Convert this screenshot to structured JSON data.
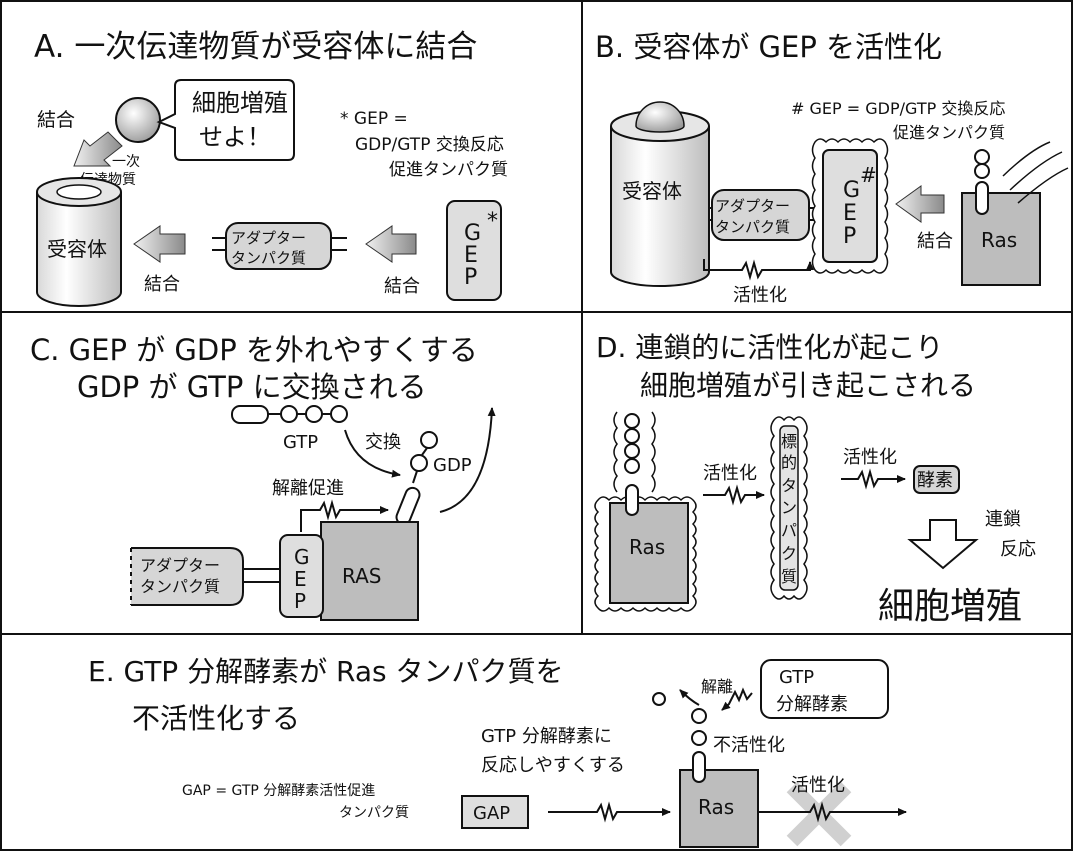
{
  "panelA": {
    "title": "A. 一次伝達物質が受容体に結合",
    "bubble_line1": "細胞増殖",
    "bubble_line2": "せよ！",
    "bind_label": "結合",
    "messenger_line1": "一次",
    "messenger_line2": "伝達物質",
    "note_line1": "* GEP =",
    "note_line2": "GDP/GTP 交換反応",
    "note_line3": "促進タンパク質",
    "receptor": "受容体",
    "adapter_line1": "アダプター",
    "adapter_line2": "タンパク質",
    "bind_label_2": "結合",
    "bind_label_3": "結合",
    "gep_g": "G",
    "gep_e": "E",
    "gep_p": "P",
    "gep_mark": "*"
  },
  "panelB": {
    "title": "B. 受容体が GEP を活性化",
    "note_line1": "# GEP = GDP/GTP 交換反応",
    "note_line2": "促進タンパク質",
    "receptor": "受容体",
    "adapter_line1": "アダプター",
    "adapter_line2": "タンパク質",
    "gep_g": "G",
    "gep_e": "E",
    "gep_p": "P",
    "gep_mark": "#",
    "bind_label": "結合",
    "ras": "Ras",
    "activate_label": "活性化"
  },
  "panelC": {
    "title_line1": "C. GEP が GDP を外れやすくする",
    "title_line2": "GDP が GTP に交換される",
    "gtp": "GTP",
    "exchange": "交換",
    "gdp": "GDP",
    "release": "解離促進",
    "adapter_line1": "アダプター",
    "adapter_line2": "タンパク質",
    "gep_g": "G",
    "gep_e": "E",
    "gep_p": "P",
    "ras": "RAS"
  },
  "panelD": {
    "title_line1": "D. 連鎖的に活性化が起こり",
    "title_line2": "細胞増殖が引き起こされる",
    "ras": "Ras",
    "activate_1": "活性化",
    "target": [
      "標",
      "的",
      "タ",
      "ン",
      "パ",
      "ク",
      "質"
    ],
    "activate_2": "活性化",
    "enzyme": "酵素",
    "chain_line1": "連鎖",
    "chain_line2": "反応",
    "result": "細胞増殖"
  },
  "panelE": {
    "title_line1": "E. GTP 分解酵素が Ras タンパク質を",
    "title_line2": "不活性化する",
    "release": "解離",
    "gtpase_line1": "GTP",
    "gtpase_line2": "分解酵素",
    "inactivate": "不活性化",
    "react_line1": "GTP 分解酵素に",
    "react_line2": "反応しやすくする",
    "gap_def_line1": "GAP = GTP 分解酵素活性促進",
    "gap_def_line2": "タンパク質",
    "gap": "GAP",
    "ras": "Ras",
    "activate": "活性化"
  }
}
